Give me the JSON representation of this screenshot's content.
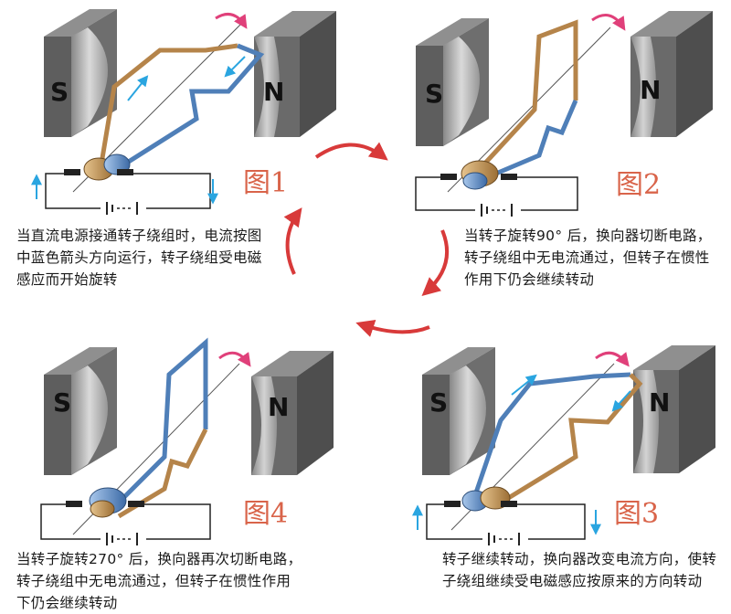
{
  "figures": [
    {
      "label": "图1",
      "caption": "当直流电源接通转子绕组时，电流按图中蓝色箭头方向运行，转子绕组受电磁感应而开始旋转"
    },
    {
      "label": "图2",
      "caption": "当转子旋转90° 后，换向器切断电路，转子绕组中无电流通过，但转子在惯性作用下仍会继续转动"
    },
    {
      "label": "图3",
      "caption": "转子继续转动，换向器改变电流方向，使转子绕组继续受电磁感应按原来的方向转动"
    },
    {
      "label": "图4",
      "caption": "当转子旋转270° 后，换向器再次切断电路，转子绕组中无电流通过，但转子在惯性作用下仍会继续转动"
    }
  ],
  "poles": {
    "south": "S",
    "north": "N"
  },
  "colors": {
    "magnet": "#5e5e5e",
    "magnet_face": "#c9c9c9",
    "coil_gold": "#b5844a",
    "coil_blue": "#4f7fb8",
    "arrow_current": "#2aa5e0",
    "rotation_arrow": "#e0407a",
    "cycle_arrow": "#d83a3a",
    "label": "#d9644a"
  },
  "icons": [
    "cycle-arrow-icon",
    "rotation-arrow-icon",
    "current-arrow-icon",
    "battery-icon"
  ]
}
